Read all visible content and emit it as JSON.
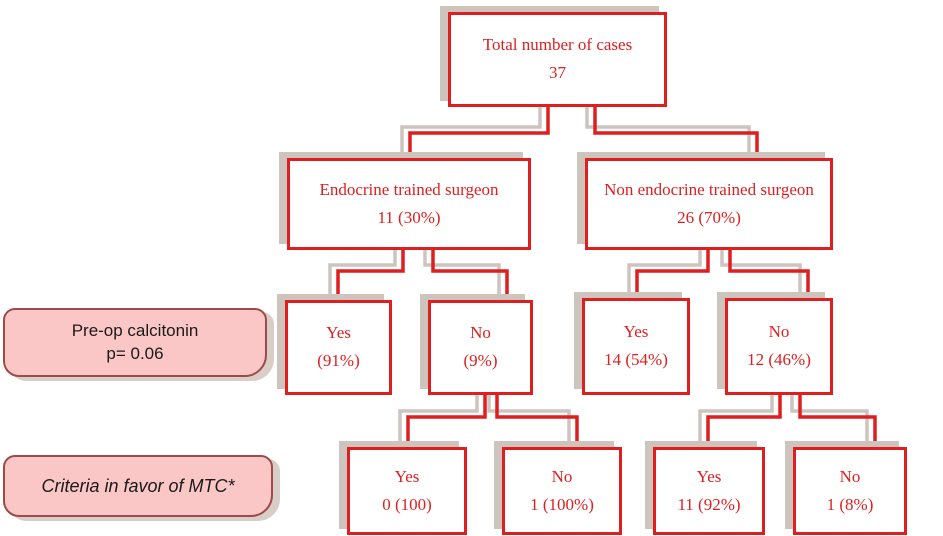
{
  "colors": {
    "red": "#de1f1f",
    "shadow": "#cdc4bd",
    "pink_fill": "#fac6c6",
    "pink_border": "#9c4a4a",
    "text_dark": "#1a1a1a"
  },
  "nodes": {
    "total": {
      "label": "Total number of cases",
      "value": "37"
    },
    "endocrine": {
      "label": "Endocrine trained surgeon",
      "value": "11 (30%)"
    },
    "non_endocrine": {
      "label": "Non endocrine trained surgeon",
      "value": "26 (70%)"
    },
    "endocrine_preop_yes": {
      "label": "Yes",
      "value": "(91%)"
    },
    "endocrine_preop_no": {
      "label": "No",
      "value": "(9%)"
    },
    "non_endocrine_preop_yes": {
      "label": "Yes",
      "value": "14 (54%)"
    },
    "non_endocrine_preop_no": {
      "label": "No",
      "value": "12 (46%)"
    },
    "endocrine_criteria_yes": {
      "label": "Yes",
      "value": "0 (100)"
    },
    "endocrine_criteria_no": {
      "label": "No",
      "value": "1 (100%)"
    },
    "non_endocrine_criteria_yes": {
      "label": "Yes",
      "value": "11 (92%)"
    },
    "non_endocrine_criteria_no": {
      "label": "No",
      "value": "1 (8%)"
    }
  },
  "side_labels": {
    "preop_calcitonin": {
      "line1": "Pre-op calcitonin",
      "line2": "p= 0.06"
    },
    "criteria_mtc": {
      "text": "Criteria in favor of MTC*"
    }
  }
}
